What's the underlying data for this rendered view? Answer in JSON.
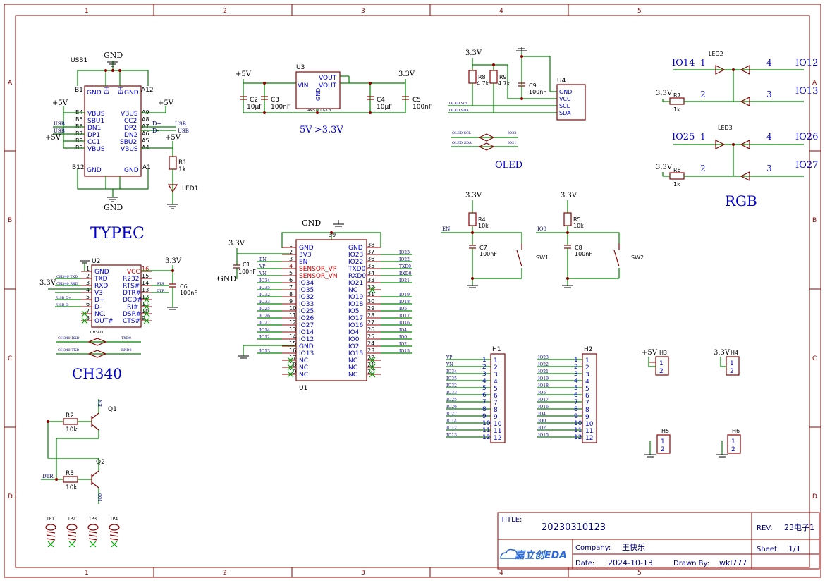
{
  "border": {
    "columns": [
      "1",
      "2",
      "3",
      "4",
      "5"
    ],
    "rows": [
      "A",
      "B",
      "C",
      "D"
    ]
  },
  "sections": {
    "typec": "TYPEC",
    "ldo": "5V->3.3V",
    "oled": "OLED",
    "rgb": "RGB",
    "ch340": "CH340"
  },
  "components": {
    "usb1": {
      "ref": "USB1",
      "pins_left": [
        "VBUS",
        "SBU1",
        "DN1",
        "DP1",
        "CC1",
        "VBUS"
      ],
      "pins_right": [
        "VBUS",
        "CC2",
        "DP2",
        "DN2",
        "SBU2",
        "VBUS"
      ],
      "pin_nums_left": [
        "B4",
        "B5",
        "B6",
        "B7",
        "B8",
        "B9"
      ],
      "pin_nums_right": [
        "A9",
        "A8",
        "A7",
        "A6",
        "A5",
        "A4"
      ],
      "corners": [
        "B1",
        "A12",
        "B12",
        "A1"
      ],
      "gnd": "GND",
      "eh": "EH"
    },
    "u3": {
      "ref": "U3",
      "vin": "VIN",
      "vout": "VOUT",
      "gnd": "GND",
      "part": "AMS1117-3.3"
    },
    "u4": {
      "ref": "U4",
      "pins": [
        "GND",
        "VCC",
        "SCL",
        "SDA"
      ]
    },
    "u2": {
      "ref": "U2",
      "part": "CH340C",
      "left": [
        "GND",
        "TXD",
        "RXD",
        "V3",
        "D+",
        "D-",
        "NC.",
        "OUT#"
      ],
      "right": [
        "VCC",
        "R232",
        "RTS#",
        "DTR#",
        "DCD#",
        "RI#",
        "DSR#",
        "CTS#"
      ]
    },
    "u1": {
      "ref": "U1",
      "left": [
        "GND",
        "3V3",
        "EN",
        "SENSOR_VP",
        "SENSOR_VN",
        "IO34",
        "IO35",
        "IO32",
        "IO33",
        "IO25",
        "IO26",
        "IO27",
        "IO14",
        "IO12",
        "GND",
        "IO13",
        "NC",
        "NC",
        "NC"
      ],
      "right": [
        "GND",
        "IO23",
        "IO22",
        "TXD0",
        "RXD0",
        "IO21",
        "NC",
        "IO19",
        "IO18",
        "IO5",
        "IO17",
        "IO16",
        "IO4",
        "IO0",
        "IO2",
        "IO15",
        "NC",
        "NC",
        "NC"
      ]
    },
    "h1": {
      "ref": "H1",
      "nets": [
        "VP",
        "VN",
        "IO34",
        "IO35",
        "IO32",
        "IO33",
        "IO25",
        "IO26",
        "IO27",
        "IO14",
        "IO12",
        "IO13"
      ]
    },
    "h2": {
      "ref": "H2",
      "nets": [
        "IO23",
        "IO22",
        "IO21",
        "IO19",
        "IO18",
        "IO5",
        "IO17",
        "IO16",
        "IO4",
        "IO0",
        "IO2",
        "IO15"
      ]
    },
    "misc": {
      "led1": "LED1",
      "led2": "LED2",
      "led3": "LED3",
      "sw1": "SW1",
      "sw2": "SW2",
      "q1": "Q1",
      "q2": "Q2",
      "h3": "H3",
      "h4": "H4",
      "h5": "H5",
      "h6": "H6"
    }
  },
  "title_block": {
    "title_label": "TITLE:",
    "title": "20230310123",
    "rev_label": "REV:",
    "rev": "23电子1",
    "company_label": "Company:",
    "company": "王快乐",
    "sheet_label": "Sheet:",
    "sheet": "1/1",
    "date_label": "Date:",
    "date": "2024-10-13",
    "drawn_label": "Drawn By:",
    "drawn": "wkl777",
    "logo": "嘉立创EDA"
  },
  "colors": {
    "wire": "#008000",
    "symbol": "#8b0000",
    "text": "#0000cc",
    "net": "#000080"
  }
}
